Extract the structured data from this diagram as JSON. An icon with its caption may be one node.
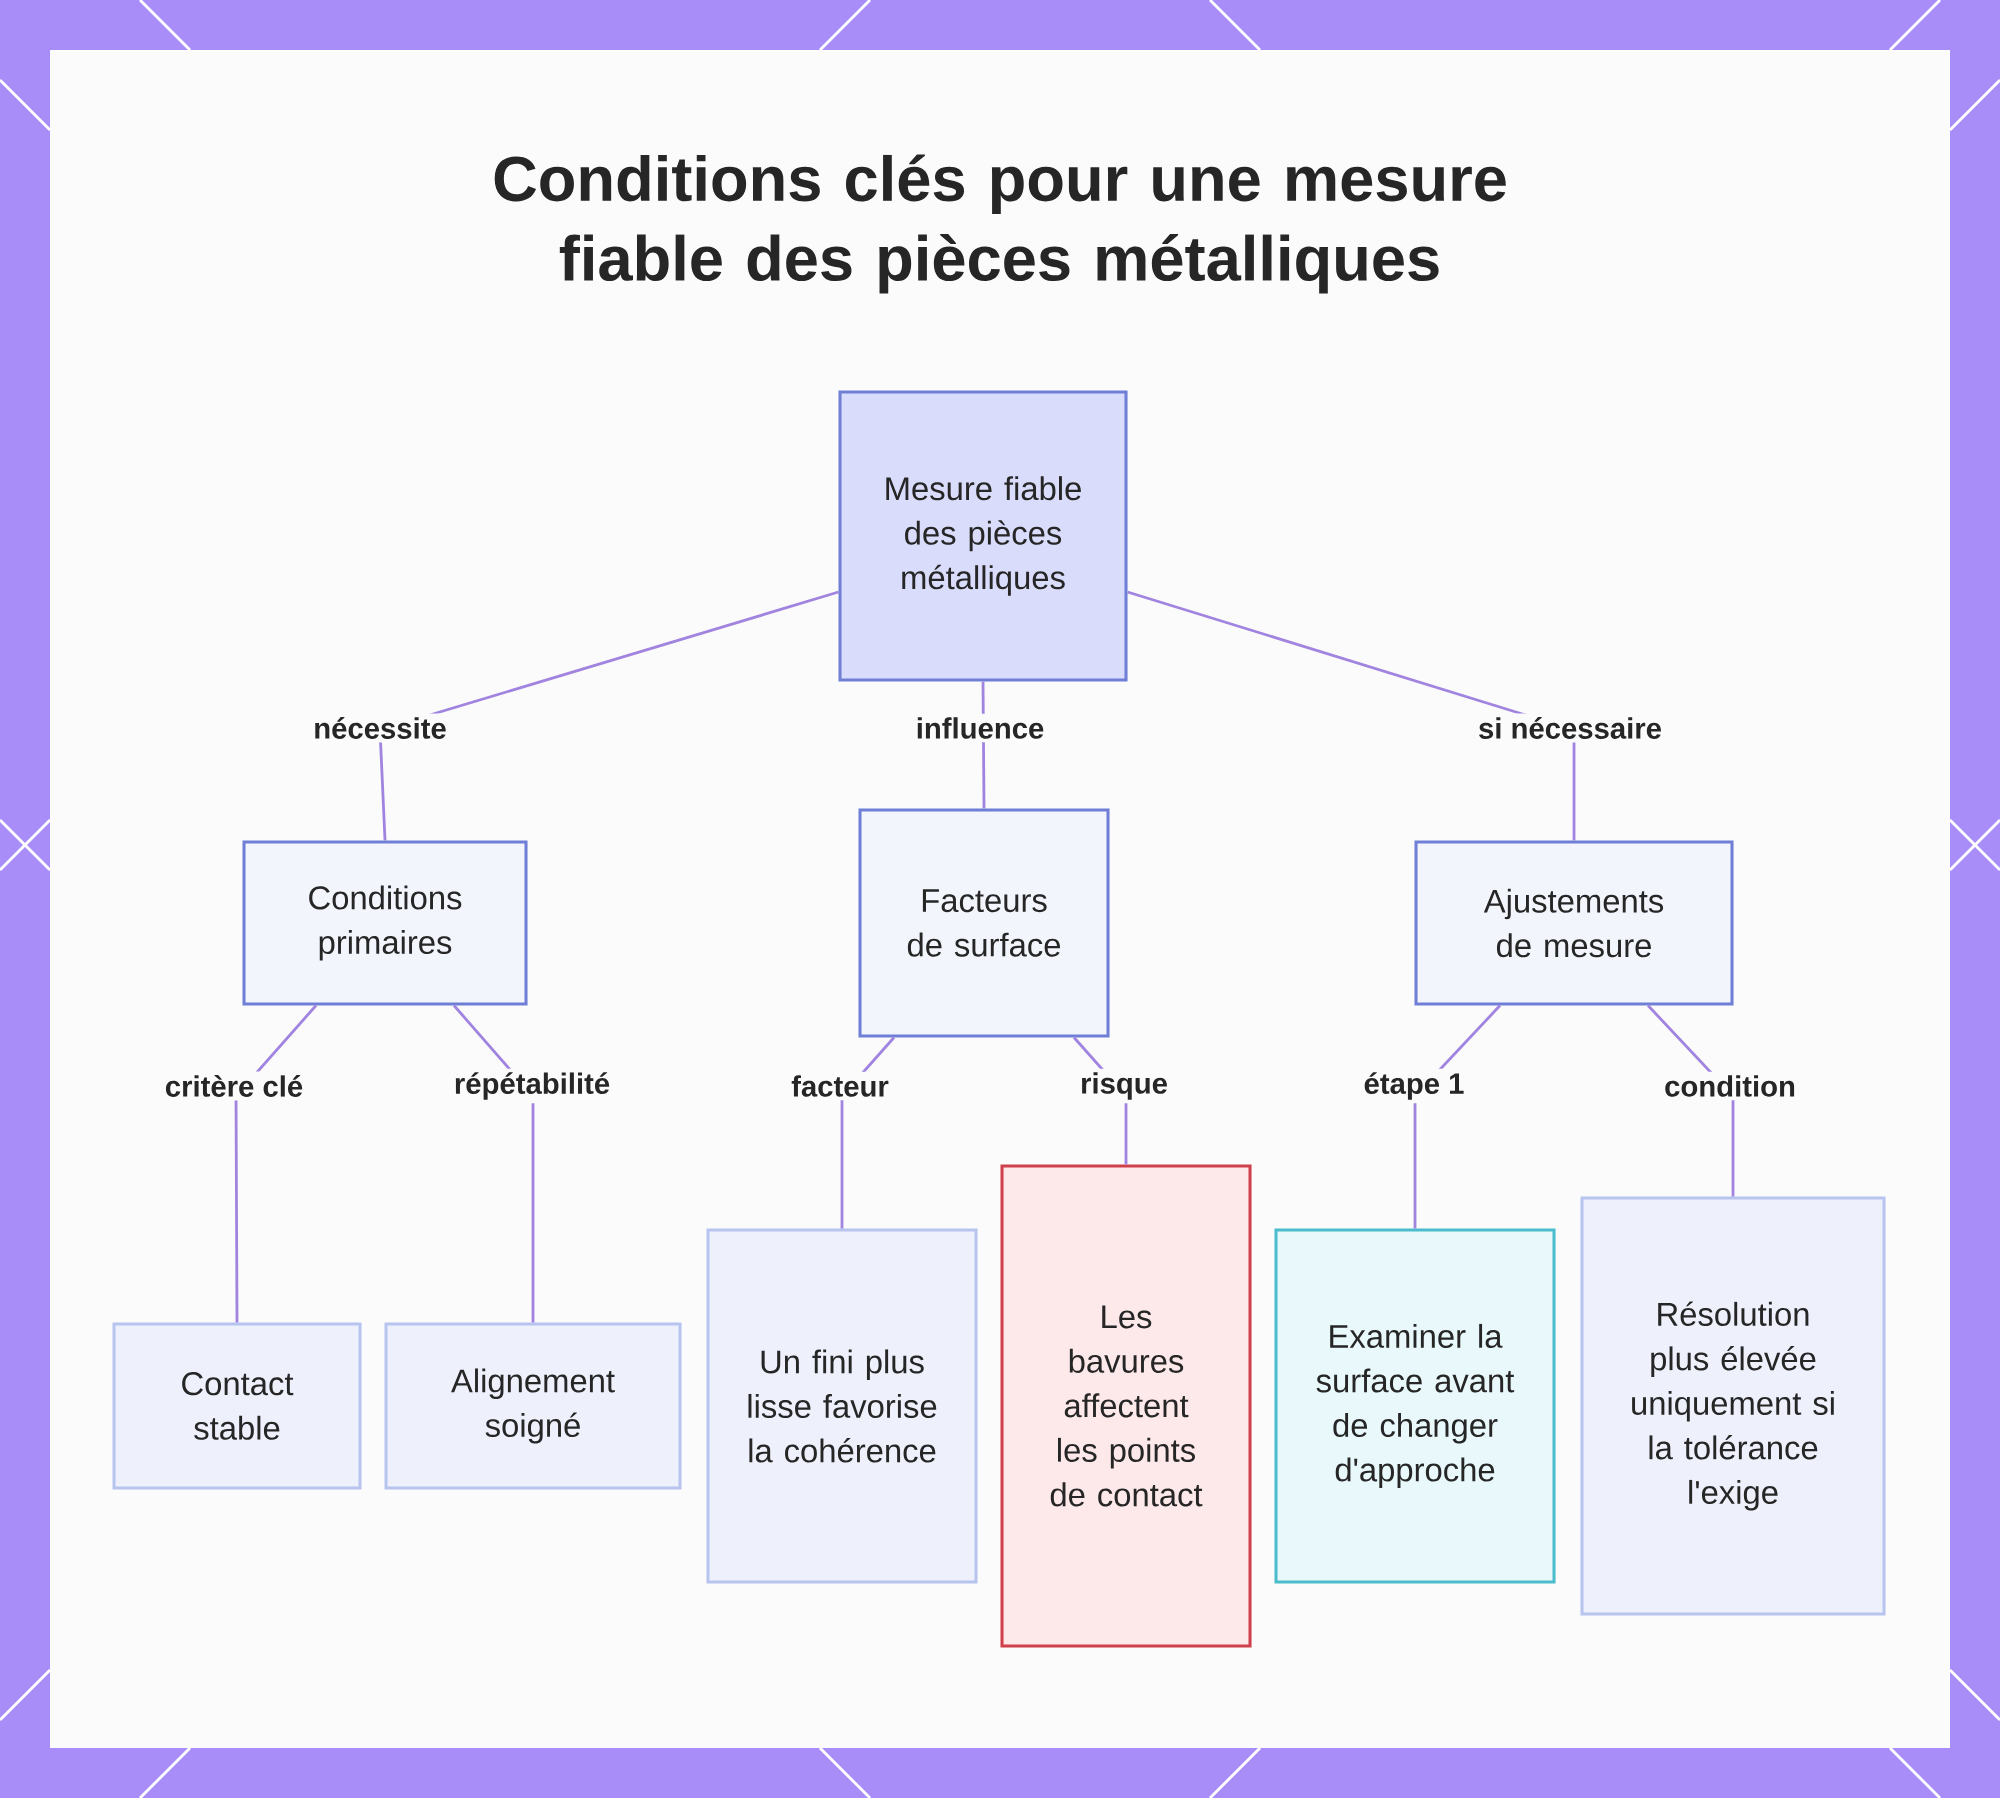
{
  "diagram": {
    "title": "Conditions clés pour une mesure fiable des pièces métalliques",
    "nodes": [
      {
        "text": [
          "Mesure fiable des pièces métalliques"
        ]
      },
      {
        "text": [
          "Conditions primaires"
        ]
      },
      {
        "text": [
          "Facteurs de surface"
        ]
      },
      {
        "text": [
          "Ajustements de mesure"
        ]
      },
      {
        "text": [
          "Contact stable"
        ]
      },
      {
        "text": [
          "Alignement soigné"
        ]
      },
      {
        "text": [
          "Un fini plus lisse favorise la cohérence"
        ]
      },
      {
        "text": [
          "Les bavures affectent les points de contact"
        ]
      },
      {
        "text": [
          "Examiner la surface avant de changer d'approche"
        ]
      },
      {
        "text": [
          "Résolution plus élevée uniquement si la tolérance l'exige"
        ]
      }
    ],
    "edges": [
      {
        "from": 0,
        "to": 1,
        "label": "nécessite",
        "arrow": "none"
      },
      {
        "from": 0,
        "to": 2,
        "label": "influence",
        "arrow": "none"
      },
      {
        "from": 0,
        "to": 3,
        "label": "si nécessaire",
        "arrow": "none"
      },
      {
        "from": 1,
        "to": 4,
        "label": "critère clé",
        "arrow": "none"
      },
      {
        "from": 1,
        "to": 5,
        "label": "répétabilité",
        "arrow": "none"
      },
      {
        "from": 2,
        "to": 6,
        "label": "facteur",
        "arrow": "none"
      },
      {
        "from": 2,
        "to": 7,
        "label": "risque",
        "arrow": "none"
      },
      {
        "from": 3,
        "to": 8,
        "label": "étape 1",
        "arrow": "none"
      },
      {
        "from": 3,
        "to": 9,
        "label": "condition",
        "arrow": "none"
      }
    ]
  }
}
